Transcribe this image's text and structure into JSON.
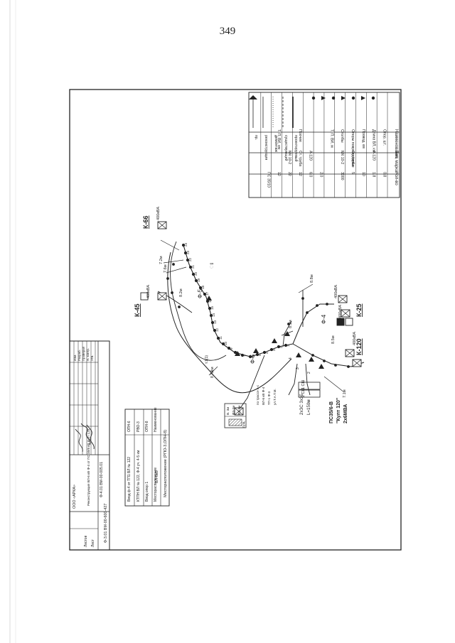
{
  "page_number": "349",
  "stray_mark": "ଃ",
  "legend_table": {
    "header": [
      "Наименование",
      "Тип, марка",
      "Кол-во"
    ],
    "rows": [
      [
        "Опор, шт.",
        "",
        "0.8"
      ],
      [
        "Длина ВЛ, км",
        "A-120",
        "1.8"
      ],
      [
        "Провод, км",
        "",
        "10"
      ],
      [
        "Опоры повреждённые",
        "Ст. труба",
        "5"
      ],
      [
        "Столбы",
        "МК 10-2",
        "3000"
      ],
      [
        "Т. П. ВИ, м",
        "",
        ""
      ],
      [
        "",
        "",
        "2.0"
      ],
      [
        "",
        "A-120",
        "6.0"
      ],
      [
        "Прочие",
        "Ст. труба",
        "12"
      ],
      [
        "",
        "МК 10-2",
        "22"
      ],
      [
        "Т. П. ВИ, км",
        "",
        "12"
      ],
      [
        "",
        "",
        "ПС 35/10"
      ],
      [
        "",
        "",
        ""
      ]
    ]
  },
  "legend_notes": [
    "проектируемый",
    "существующий",
    "демонтаж",
    "реконструкция",
    "пр."
  ],
  "bus_labels": [
    "К-66",
    "К-45",
    "К-25",
    "К-120"
  ],
  "feeder_labels": [
    "Ф-5",
    "Ф-4",
    "Ф-5"
  ],
  "transformer_labels": [
    "400кВА",
    "7.2м",
    "7.6м",
    "400кВА",
    "8.2м",
    "8.1м",
    "8.8м",
    "400кВА",
    "400кВА",
    "7.1м",
    "8.5м",
    "400кВА",
    "7.1м"
  ],
  "pole_numbers": [
    "24",
    "23",
    "22",
    "21",
    "20",
    "19",
    "18",
    "17",
    "16",
    "15",
    "14",
    "13",
    "12",
    "11",
    "10",
    "9",
    "8",
    "7",
    "6",
    "5",
    "4",
    "3",
    "2",
    "1"
  ],
  "substation_block": {
    "lines": [
      "ПС35/6-В",
      "\"Култ 120\"",
      "2х6МВА"
    ],
    "sub": [
      "2хЗС 3х35",
      "L=150м"
    ]
  },
  "cell_boxes": [
    "1 СШ",
    "2 СШ"
  ],
  "inset_box": [
    "В. 3м",
    "Ф3-3м",
    "Ф3-8м",
    "сущ."
  ],
  "small_notes": [
    "по трассе в-с",
    "ВЛ-6 кВ Ф-4",
    "ТП-1 Ф-3",
    "ул.Т.А.Т.М."
  ],
  "node_labels": [
    "т.1(1)",
    "8.7м",
    "4",
    "3",
    "2"
  ],
  "project_table": {
    "title": "Месторасположение (РПО-3,ОПН-8)",
    "subtitle": "ВЛ-6кВ",
    "rows": [
      [
        "Наименование",
        "Месторасположение"
      ],
      [
        "ОПН-8",
        "Ввод опор 1"
      ],
      [
        "РВО-3",
        "КТПН ВЛ № 122, Ф-4 уч. 4-5 км"
      ],
      [
        "ОПН-6",
        "Ввод ф-4 от ТП1 ВЛ № 122"
      ]
    ]
  },
  "title_block": {
    "code_top": "Ф-3.01 ВМ-00-600-427",
    "code_side": "Ф-4.01 ВМ-00-005.01",
    "sheet": "Лист",
    "sheets": "Листов",
    "roles": [
      "Изм.",
      "Разраб.",
      "Проверил",
      "Н. контр.",
      "Утв."
    ],
    "names": [
      "",
      "",
      "",
      "",
      ""
    ],
    "org": "ООО «АРКА»",
    "description": "Реконструкция ВЛ-6 кВ Ф-4 от ПС 35/6 кВ Култ 120"
  }
}
